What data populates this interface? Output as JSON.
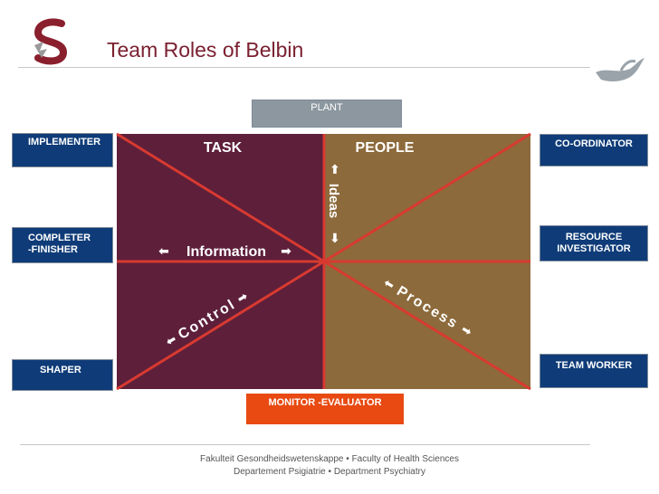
{
  "header": {
    "title": "Team Roles of Belbin"
  },
  "quadrants": {
    "task_label": "TASK",
    "people_label": "PEOPLE"
  },
  "arrows": {
    "ideas": "Ideas",
    "information": "Information",
    "control": "Control",
    "process": "Process"
  },
  "roles": {
    "plant": "PLANT",
    "implementer": "IMPLEMENTER",
    "completer_finisher_line1": "COMPLETER",
    "completer_finisher_line2": "-FINISHER",
    "shaper": "SHAPER",
    "coordinator": "CO-ORDINATOR",
    "resource_investigator_line1": "RESOURCE",
    "resource_investigator_line2": "INVESTIGATOR",
    "team_worker": "TEAM WORKER",
    "monitor_evaluator": "MONITOR -EVALUATOR"
  },
  "footer": {
    "line1_left": "Fakulteit Gesondheidswetenskappe",
    "line1_right": "Faculty of Health Sciences",
    "line2_left": "Departement Psigiatrie",
    "line2_right": "Department Psychiatry",
    "separator": "•"
  },
  "colors": {
    "task": "#5e1f3a",
    "people": "#8d6a3b",
    "lines": "#d83a30",
    "role_blue": "#0f3c78",
    "monitor": "#e84a12",
    "plant": "#8c979f",
    "title": "#7a2030"
  }
}
